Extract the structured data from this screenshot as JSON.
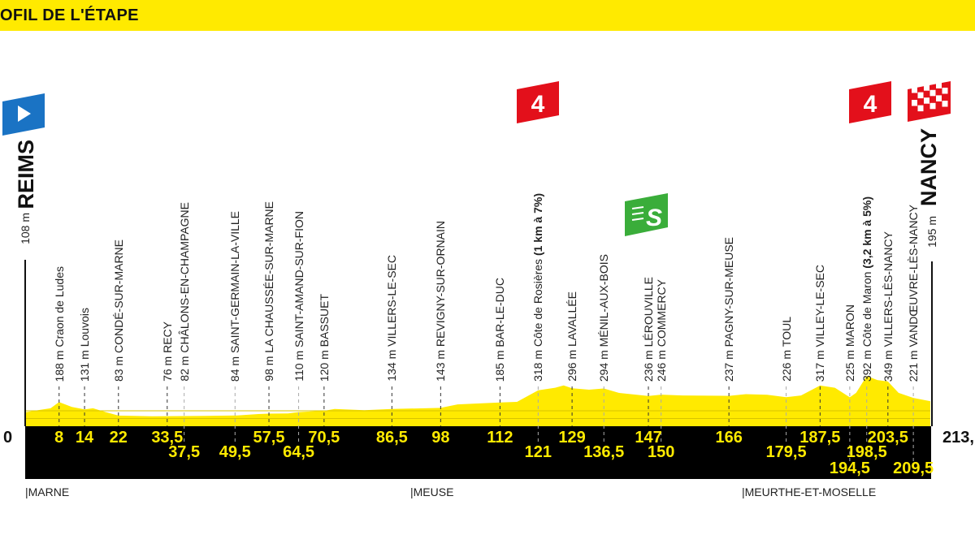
{
  "header": {
    "title": "OFIL DE L'ÉTAPE"
  },
  "colors": {
    "yellow": "#ffea00",
    "black": "#000000",
    "start_blue": "#1a73c4",
    "climb_red": "#e3101b",
    "sprint_green": "#3aad3a"
  },
  "start": {
    "city": "REIMS",
    "elevation": "108 m",
    "icon": "start-flag-icon"
  },
  "finish": {
    "city": "NANCY",
    "elevation": "195 m",
    "icon": "checkered-finish-icon"
  },
  "markers": [
    {
      "type": "climb",
      "category": "4",
      "km": 121
    },
    {
      "type": "sprint",
      "label": "S",
      "km": 147
    },
    {
      "type": "climb",
      "category": "4",
      "km": 198.5
    }
  ],
  "departments": [
    "|MARNE",
    "|MEUSE",
    "|MEURTHE-ET-MOSELLE"
  ],
  "chart_data": {
    "type": "area",
    "xlabel": "",
    "ylabel": "",
    "x_start_label": "0",
    "x_end_label": "213,",
    "points": [
      {
        "km": 8,
        "km_label": "8",
        "row": 1,
        "alt": "188 m",
        "name": "Craon de Ludes",
        "extra": ""
      },
      {
        "km": 14,
        "km_label": "14",
        "row": 1,
        "alt": "131 m",
        "name": "Louvois",
        "extra": ""
      },
      {
        "km": 22,
        "km_label": "22",
        "row": 1,
        "alt": "83 m",
        "name": "CONDÉ-SUR-MARNE",
        "extra": ""
      },
      {
        "km": 33.5,
        "km_label": "33,5",
        "row": 1,
        "alt": "76 m",
        "name": "RECY",
        "extra": ""
      },
      {
        "km": 37.5,
        "km_label": "37,5",
        "row": 2,
        "alt": "82 m",
        "name": "CHÂLONS-EN-CHAMPAGNE",
        "extra": ""
      },
      {
        "km": 49.5,
        "km_label": "49,5",
        "row": 2,
        "alt": "84 m",
        "name": "SAINT-GERMAIN-LA-VILLE",
        "extra": ""
      },
      {
        "km": 57.5,
        "km_label": "57,5",
        "row": 1,
        "alt": "98 m",
        "name": "LA CHAUSSÉE-SUR-MARNE",
        "extra": ""
      },
      {
        "km": 64.5,
        "km_label": "64,5",
        "row": 2,
        "alt": "110 m",
        "name": "SAINT-AMAND-SUR-FION",
        "extra": ""
      },
      {
        "km": 70.5,
        "km_label": "70,5",
        "row": 1,
        "alt": "120 m",
        "name": "BASSUET",
        "extra": ""
      },
      {
        "km": 86.5,
        "km_label": "86,5",
        "row": 1,
        "alt": "134 m",
        "name": "VILLERS-LE-SEC",
        "extra": ""
      },
      {
        "km": 98,
        "km_label": "98",
        "row": 1,
        "alt": "143 m",
        "name": "REVIGNY-SUR-ORNAIN",
        "extra": ""
      },
      {
        "km": 112,
        "km_label": "112",
        "row": 1,
        "alt": "185 m",
        "name": "BAR-LE-DUC",
        "extra": ""
      },
      {
        "km": 121,
        "km_label": "121",
        "row": 2,
        "alt": "318 m",
        "name": "Côte de Rosières",
        "extra": "(1 km à 7%)"
      },
      {
        "km": 129,
        "km_label": "129",
        "row": 1,
        "alt": "296 m",
        "name": "LAVALLÉE",
        "extra": ""
      },
      {
        "km": 136.5,
        "km_label": "136,5",
        "row": 2,
        "alt": "294 m",
        "name": "MÉNIL-AUX-BOIS",
        "extra": ""
      },
      {
        "km": 147,
        "km_label": "147",
        "row": 1,
        "alt": "236 m",
        "name": "LÉROUVILLE",
        "extra": ""
      },
      {
        "km": 150,
        "km_label": "150",
        "row": 2,
        "alt": "246 m",
        "name": "COMMERCY",
        "extra": ""
      },
      {
        "km": 166,
        "km_label": "166",
        "row": 1,
        "alt": "237 m",
        "name": "PAGNY-SUR-MEUSE",
        "extra": ""
      },
      {
        "km": 179.5,
        "km_label": "179,5",
        "row": 2,
        "alt": "226 m",
        "name": "TOUL",
        "extra": ""
      },
      {
        "km": 187.5,
        "km_label": "187,5",
        "row": 1,
        "alt": "317 m",
        "name": "VILLEY-LE-SEC",
        "extra": ""
      },
      {
        "km": 194.5,
        "km_label": "194,5",
        "row": 3,
        "alt": "225 m",
        "name": "MARON",
        "extra": ""
      },
      {
        "km": 198.5,
        "km_label": "198,5",
        "row": 2,
        "alt": "392 m",
        "name": "Côte de Maron",
        "extra": "(3,2 km à 5%)"
      },
      {
        "km": 203.5,
        "km_label": "203,5",
        "row": 1,
        "alt": "349 m",
        "name": "VILLERS-LÈS-NANCY",
        "extra": ""
      },
      {
        "km": 209.5,
        "km_label": "209,5",
        "row": 3,
        "alt": "221 m",
        "name": "VANDŒUVRE-LÈS-NANCY",
        "extra": ""
      }
    ],
    "profile": [
      [
        0,
        108
      ],
      [
        3,
        125
      ],
      [
        6,
        140
      ],
      [
        8,
        188
      ],
      [
        11,
        150
      ],
      [
        14,
        131
      ],
      [
        16,
        140
      ],
      [
        19,
        110
      ],
      [
        22,
        83
      ],
      [
        30,
        78
      ],
      [
        40,
        80
      ],
      [
        50,
        84
      ],
      [
        55,
        95
      ],
      [
        57.5,
        98
      ],
      [
        62,
        100
      ],
      [
        64.5,
        110
      ],
      [
        70.5,
        120
      ],
      [
        73,
        135
      ],
      [
        80,
        125
      ],
      [
        86.5,
        134
      ],
      [
        98,
        143
      ],
      [
        102,
        170
      ],
      [
        112,
        185
      ],
      [
        116,
        190
      ],
      [
        121,
        280
      ],
      [
        125,
        300
      ],
      [
        127,
        318
      ],
      [
        129,
        296
      ],
      [
        133,
        285
      ],
      [
        136.5,
        294
      ],
      [
        140,
        260
      ],
      [
        147,
        236
      ],
      [
        150,
        246
      ],
      [
        155,
        240
      ],
      [
        166,
        237
      ],
      [
        170,
        250
      ],
      [
        175,
        245
      ],
      [
        179.5,
        226
      ],
      [
        183,
        240
      ],
      [
        187.5,
        317
      ],
      [
        191,
        300
      ],
      [
        194.5,
        225
      ],
      [
        196,
        260
      ],
      [
        198.5,
        392
      ],
      [
        201,
        360
      ],
      [
        203.5,
        349
      ],
      [
        206,
        260
      ],
      [
        209.5,
        221
      ],
      [
        213.5,
        195
      ]
    ],
    "xlim": [
      0,
      213.5
    ]
  }
}
